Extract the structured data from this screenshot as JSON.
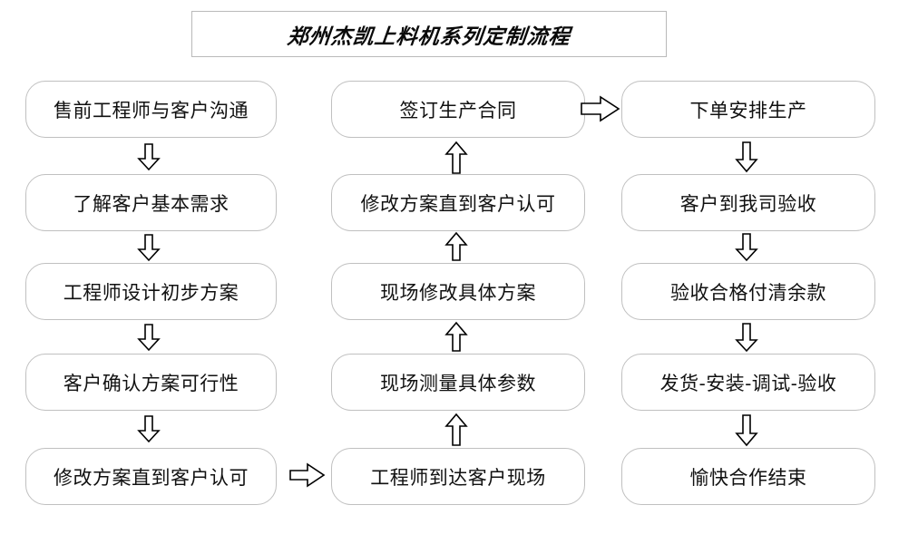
{
  "title": {
    "text": "郑州杰凯上料机系列定制流程"
  },
  "columns": {
    "left": {
      "name": "pre-sales-column",
      "nodes": [
        {
          "label": "售前工程师与客户沟通"
        },
        {
          "label": "了解客户基本需求"
        },
        {
          "label": "工程师设计初步方案"
        },
        {
          "label": "客户确认方案可行性"
        },
        {
          "label": "修改方案直到客户认可"
        }
      ]
    },
    "middle": {
      "name": "on-site-column",
      "nodes": [
        {
          "label": "签订生产合同"
        },
        {
          "label": "修改方案直到客户认可"
        },
        {
          "label": "现场修改具体方案"
        },
        {
          "label": "现场测量具体参数"
        },
        {
          "label": "工程师到达客户现场"
        }
      ]
    },
    "right": {
      "name": "production-column",
      "nodes": [
        {
          "label": "下单安排生产"
        },
        {
          "label": "客户到我司验收"
        },
        {
          "label": "验收合格付清余款"
        },
        {
          "label": "发货-安装-调试-验收"
        },
        {
          "label": "愉快合作结束"
        }
      ]
    }
  },
  "connectors": {
    "left_down": [
      {
        "name": "arrow-left-1-to-2",
        "direction": "down"
      },
      {
        "name": "arrow-left-2-to-3",
        "direction": "down"
      },
      {
        "name": "arrow-left-3-to-4",
        "direction": "down"
      },
      {
        "name": "arrow-left-4-to-5",
        "direction": "down"
      }
    ],
    "middle_up": [
      {
        "name": "arrow-mid-2-to-1",
        "direction": "up"
      },
      {
        "name": "arrow-mid-3-to-2",
        "direction": "up"
      },
      {
        "name": "arrow-mid-4-to-3",
        "direction": "up"
      },
      {
        "name": "arrow-mid-5-to-4",
        "direction": "up"
      }
    ],
    "right_down": [
      {
        "name": "arrow-right-1-to-2",
        "direction": "down"
      },
      {
        "name": "arrow-right-2-to-3",
        "direction": "down"
      },
      {
        "name": "arrow-right-3-to-4",
        "direction": "down"
      },
      {
        "name": "arrow-right-4-to-5",
        "direction": "down"
      }
    ],
    "horizontal": [
      {
        "name": "arrow-left-bottom-to-middle-bottom",
        "direction": "right"
      },
      {
        "name": "arrow-middle-top-to-right-top",
        "direction": "right"
      }
    ]
  },
  "colors": {
    "box_border": "#c0c0c0",
    "title_border": "#b9b9b9",
    "arrow_stroke": "#000000",
    "arrow_fill": "#ffffff",
    "text": "#111111",
    "background": "#ffffff"
  }
}
